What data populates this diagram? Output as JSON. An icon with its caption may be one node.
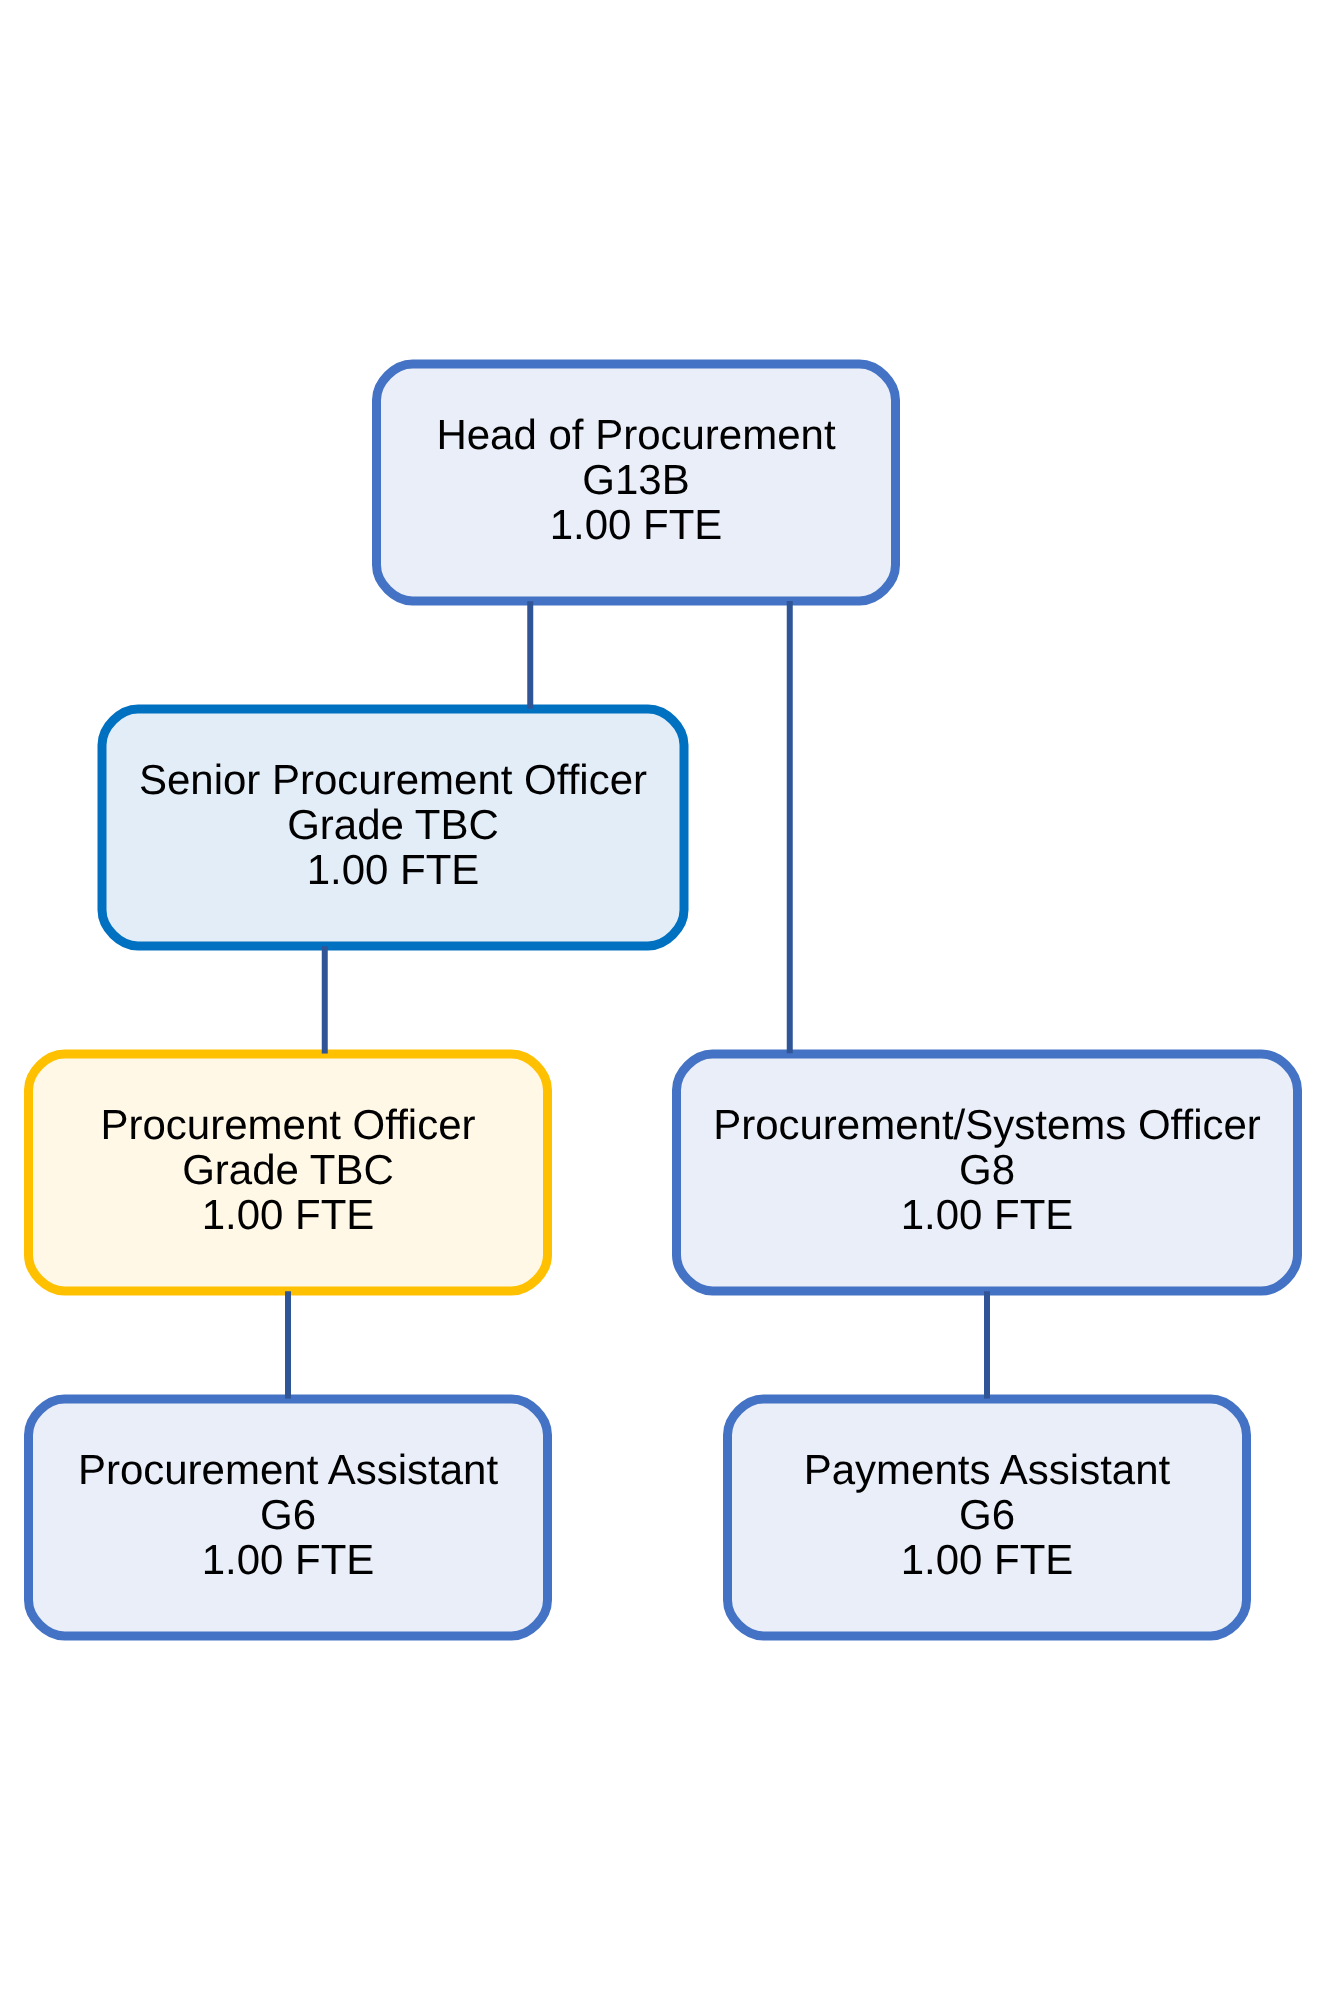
{
  "diagram": {
    "nodes": [
      {
        "text": [
          "Head of Procurement",
          "G13B",
          "1.00 FTE"
        ]
      },
      {
        "text": [
          "Senior Procurement Officer",
          "Grade TBC",
          "1.00 FTE"
        ]
      },
      {
        "text": [
          "Procurement Officer",
          "Grade TBC",
          "1.00 FTE"
        ]
      },
      {
        "text": [
          "Procurement/Systems Officer",
          "G8",
          "1.00 FTE"
        ]
      },
      {
        "text": [
          "Procurement Assistant",
          "G6",
          "1.00 FTE"
        ]
      },
      {
        "text": [
          "Payments Assistant",
          "G6",
          "1.00 FTE"
        ]
      }
    ],
    "edges": [
      {
        "from": 0,
        "to": 1,
        "arrow": "none"
      },
      {
        "from": 0,
        "to": 3,
        "arrow": "none"
      },
      {
        "from": 1,
        "to": 2,
        "arrow": "none"
      },
      {
        "from": 3,
        "to": 5,
        "arrow": "none"
      },
      {
        "from": 2,
        "to": 4,
        "arrow": "none"
      }
    ]
  }
}
